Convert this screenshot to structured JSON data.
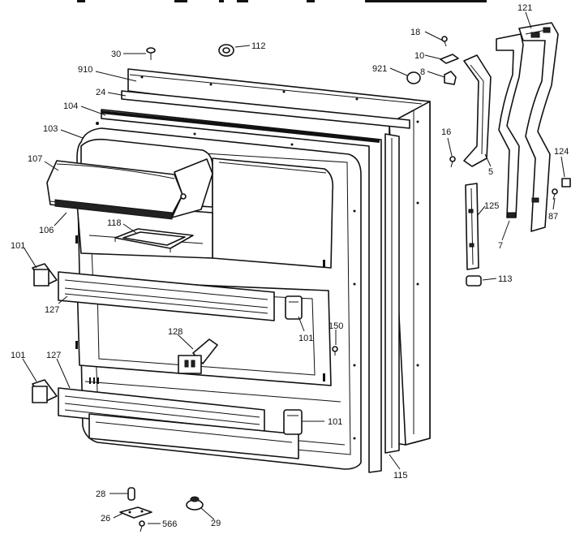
{
  "labels": {
    "l30": "30",
    "l112": "112",
    "l910": "910",
    "l24": "24",
    "l104": "104",
    "l103": "103",
    "l107": "107",
    "l106": "106",
    "l118": "118",
    "l101a": "101",
    "l127a": "127",
    "l101b": "101",
    "l128": "128",
    "l150": "150",
    "l101c": "101",
    "l127b": "127",
    "l101d": "101",
    "l115": "115",
    "l18": "18",
    "l10": "10",
    "l921": "921",
    "l8": "8",
    "l16": "16",
    "l5": "5",
    "l121": "121",
    "l124": "124",
    "l87": "87",
    "l125": "125",
    "l7": "7",
    "l113": "113",
    "l28": "28",
    "l26": "26",
    "l566": "566",
    "l29": "29"
  }
}
